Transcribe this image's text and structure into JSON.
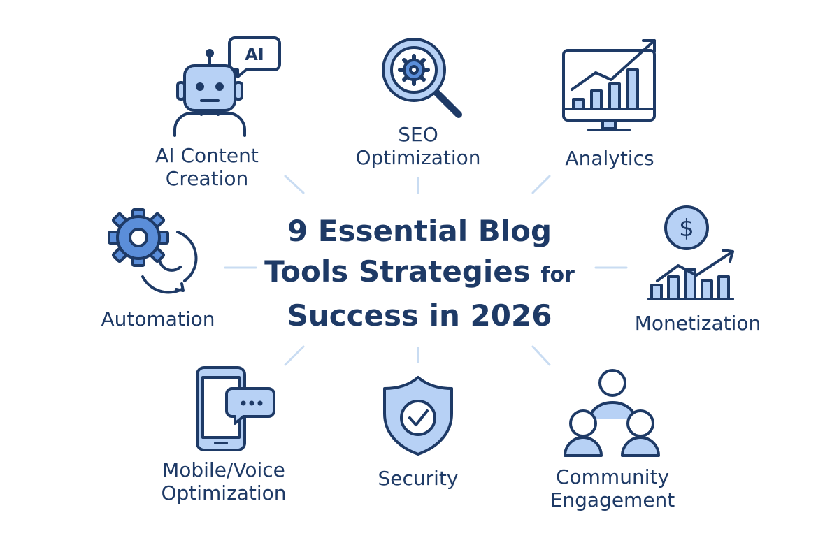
{
  "title": {
    "line1": "9 Essential Blog",
    "line2_main": "Tools Strategies",
    "line2_small": "for",
    "line3": "Success in 2026"
  },
  "nodes": {
    "ai_content": {
      "label_line1": "AI Content",
      "label_line2": "Creation",
      "icon": "robot-icon",
      "bubble_text": "AI"
    },
    "seo": {
      "label_line1": "SEO",
      "label_line2": "Optimization",
      "icon": "magnifier-gear-icon"
    },
    "analytics": {
      "label_line1": "Analytics",
      "icon": "monitor-chart-icon"
    },
    "automation": {
      "label_line1": "Automation",
      "icon": "gear-cycle-icon"
    },
    "monetization": {
      "label_line1": "Monetization",
      "icon": "dollar-growth-icon",
      "dollar_symbol": "$"
    },
    "mobile_voice": {
      "label_line1": "Mobile/Voice",
      "label_line2": "Optimization",
      "icon": "phone-chat-icon"
    },
    "security": {
      "label_line1": "Security",
      "icon": "shield-check-icon"
    },
    "community": {
      "label_line1": "Community",
      "label_line2": "Engagement",
      "icon": "people-group-icon"
    }
  },
  "colors": {
    "stroke": "#1e3a66",
    "fill_light": "#b7d1f5",
    "fill_mid": "#5b8ed9",
    "connector": "#c9dcf2",
    "background": "#ffffff"
  }
}
